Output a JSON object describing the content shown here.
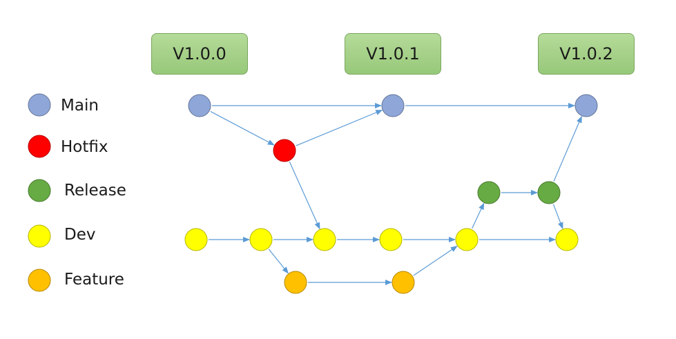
{
  "versions": [
    "V1.0.0",
    "V1.0.1",
    "V1.0.2"
  ],
  "legend": [
    {
      "label": "Main",
      "color": "#8ea6d8"
    },
    {
      "label": "Hotfix",
      "color": "#ff0000"
    },
    {
      "label": "Release",
      "color": "#66ab43"
    },
    {
      "label": "Dev",
      "color": "#ffff00"
    },
    {
      "label": "Feature",
      "color": "#ffc000"
    }
  ],
  "colors": {
    "arrow": "#5b9bd5",
    "main": "#8ea6d8",
    "hotfix": "#ff0000",
    "release": "#66ab43",
    "dev": "#ffff00",
    "feature": "#ffc000",
    "version_box": "#a6d189"
  },
  "commits": [
    {
      "id": "m1",
      "branch": "main"
    },
    {
      "id": "m2",
      "branch": "main"
    },
    {
      "id": "m3",
      "branch": "main"
    },
    {
      "id": "h1",
      "branch": "hotfix"
    },
    {
      "id": "r1",
      "branch": "release"
    },
    {
      "id": "r2",
      "branch": "release"
    },
    {
      "id": "d1",
      "branch": "dev"
    },
    {
      "id": "d2",
      "branch": "dev"
    },
    {
      "id": "d3",
      "branch": "dev"
    },
    {
      "id": "d4",
      "branch": "dev"
    },
    {
      "id": "d5",
      "branch": "dev"
    },
    {
      "id": "d6",
      "branch": "dev"
    },
    {
      "id": "f1",
      "branch": "feature"
    },
    {
      "id": "f2",
      "branch": "feature"
    }
  ],
  "edges": [
    [
      "m1",
      "m2"
    ],
    [
      "m1",
      "h1"
    ],
    [
      "h1",
      "m2"
    ],
    [
      "m2",
      "m3"
    ],
    [
      "h1",
      "d3"
    ],
    [
      "d1",
      "d2"
    ],
    [
      "d2",
      "d3"
    ],
    [
      "d3",
      "d4"
    ],
    [
      "d4",
      "d5"
    ],
    [
      "d5",
      "d6"
    ],
    [
      "d2",
      "f1"
    ],
    [
      "f1",
      "f2"
    ],
    [
      "f2",
      "d5"
    ],
    [
      "d5",
      "r1"
    ],
    [
      "r1",
      "r2"
    ],
    [
      "r2",
      "d6"
    ],
    [
      "r2",
      "m3"
    ]
  ]
}
